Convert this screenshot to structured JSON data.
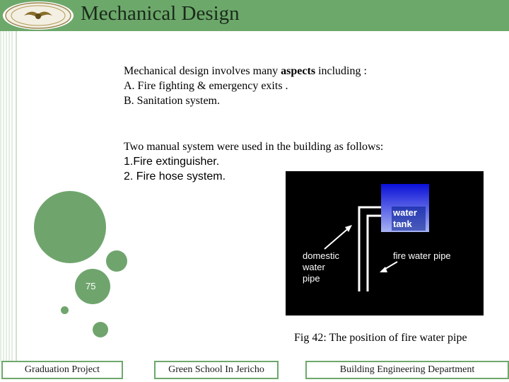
{
  "header": {
    "title": "Mechanical Design"
  },
  "content": {
    "intro_prefix": "Mechanical design involves many ",
    "intro_bold": "aspects",
    "intro_suffix": " including :",
    "item_a": "A.  Fire fighting & emergency exits .",
    "item_b": "B.  Sanitation system.",
    "manual_intro": "Two manual system were used in the building as follows:",
    "manual_1": "1.Fire extinguisher.",
    "manual_2": "2. Fire hose system."
  },
  "figure": {
    "label_tank_line1": "water",
    "label_tank_line2": "tank",
    "label_domestic_line1": "domestic",
    "label_domestic_line2": "water",
    "label_domestic_line3": "pipe",
    "label_fire_pipe": "fire water pipe",
    "caption": "Fig 42: The position of fire water pipe"
  },
  "slide": {
    "page_number": "75"
  },
  "footer": {
    "left": "Graduation Project",
    "center": "Green School In Jericho",
    "right": "Building Engineering Department"
  },
  "colors": {
    "accent": "#6da86b",
    "circle": "#6fa56d"
  }
}
